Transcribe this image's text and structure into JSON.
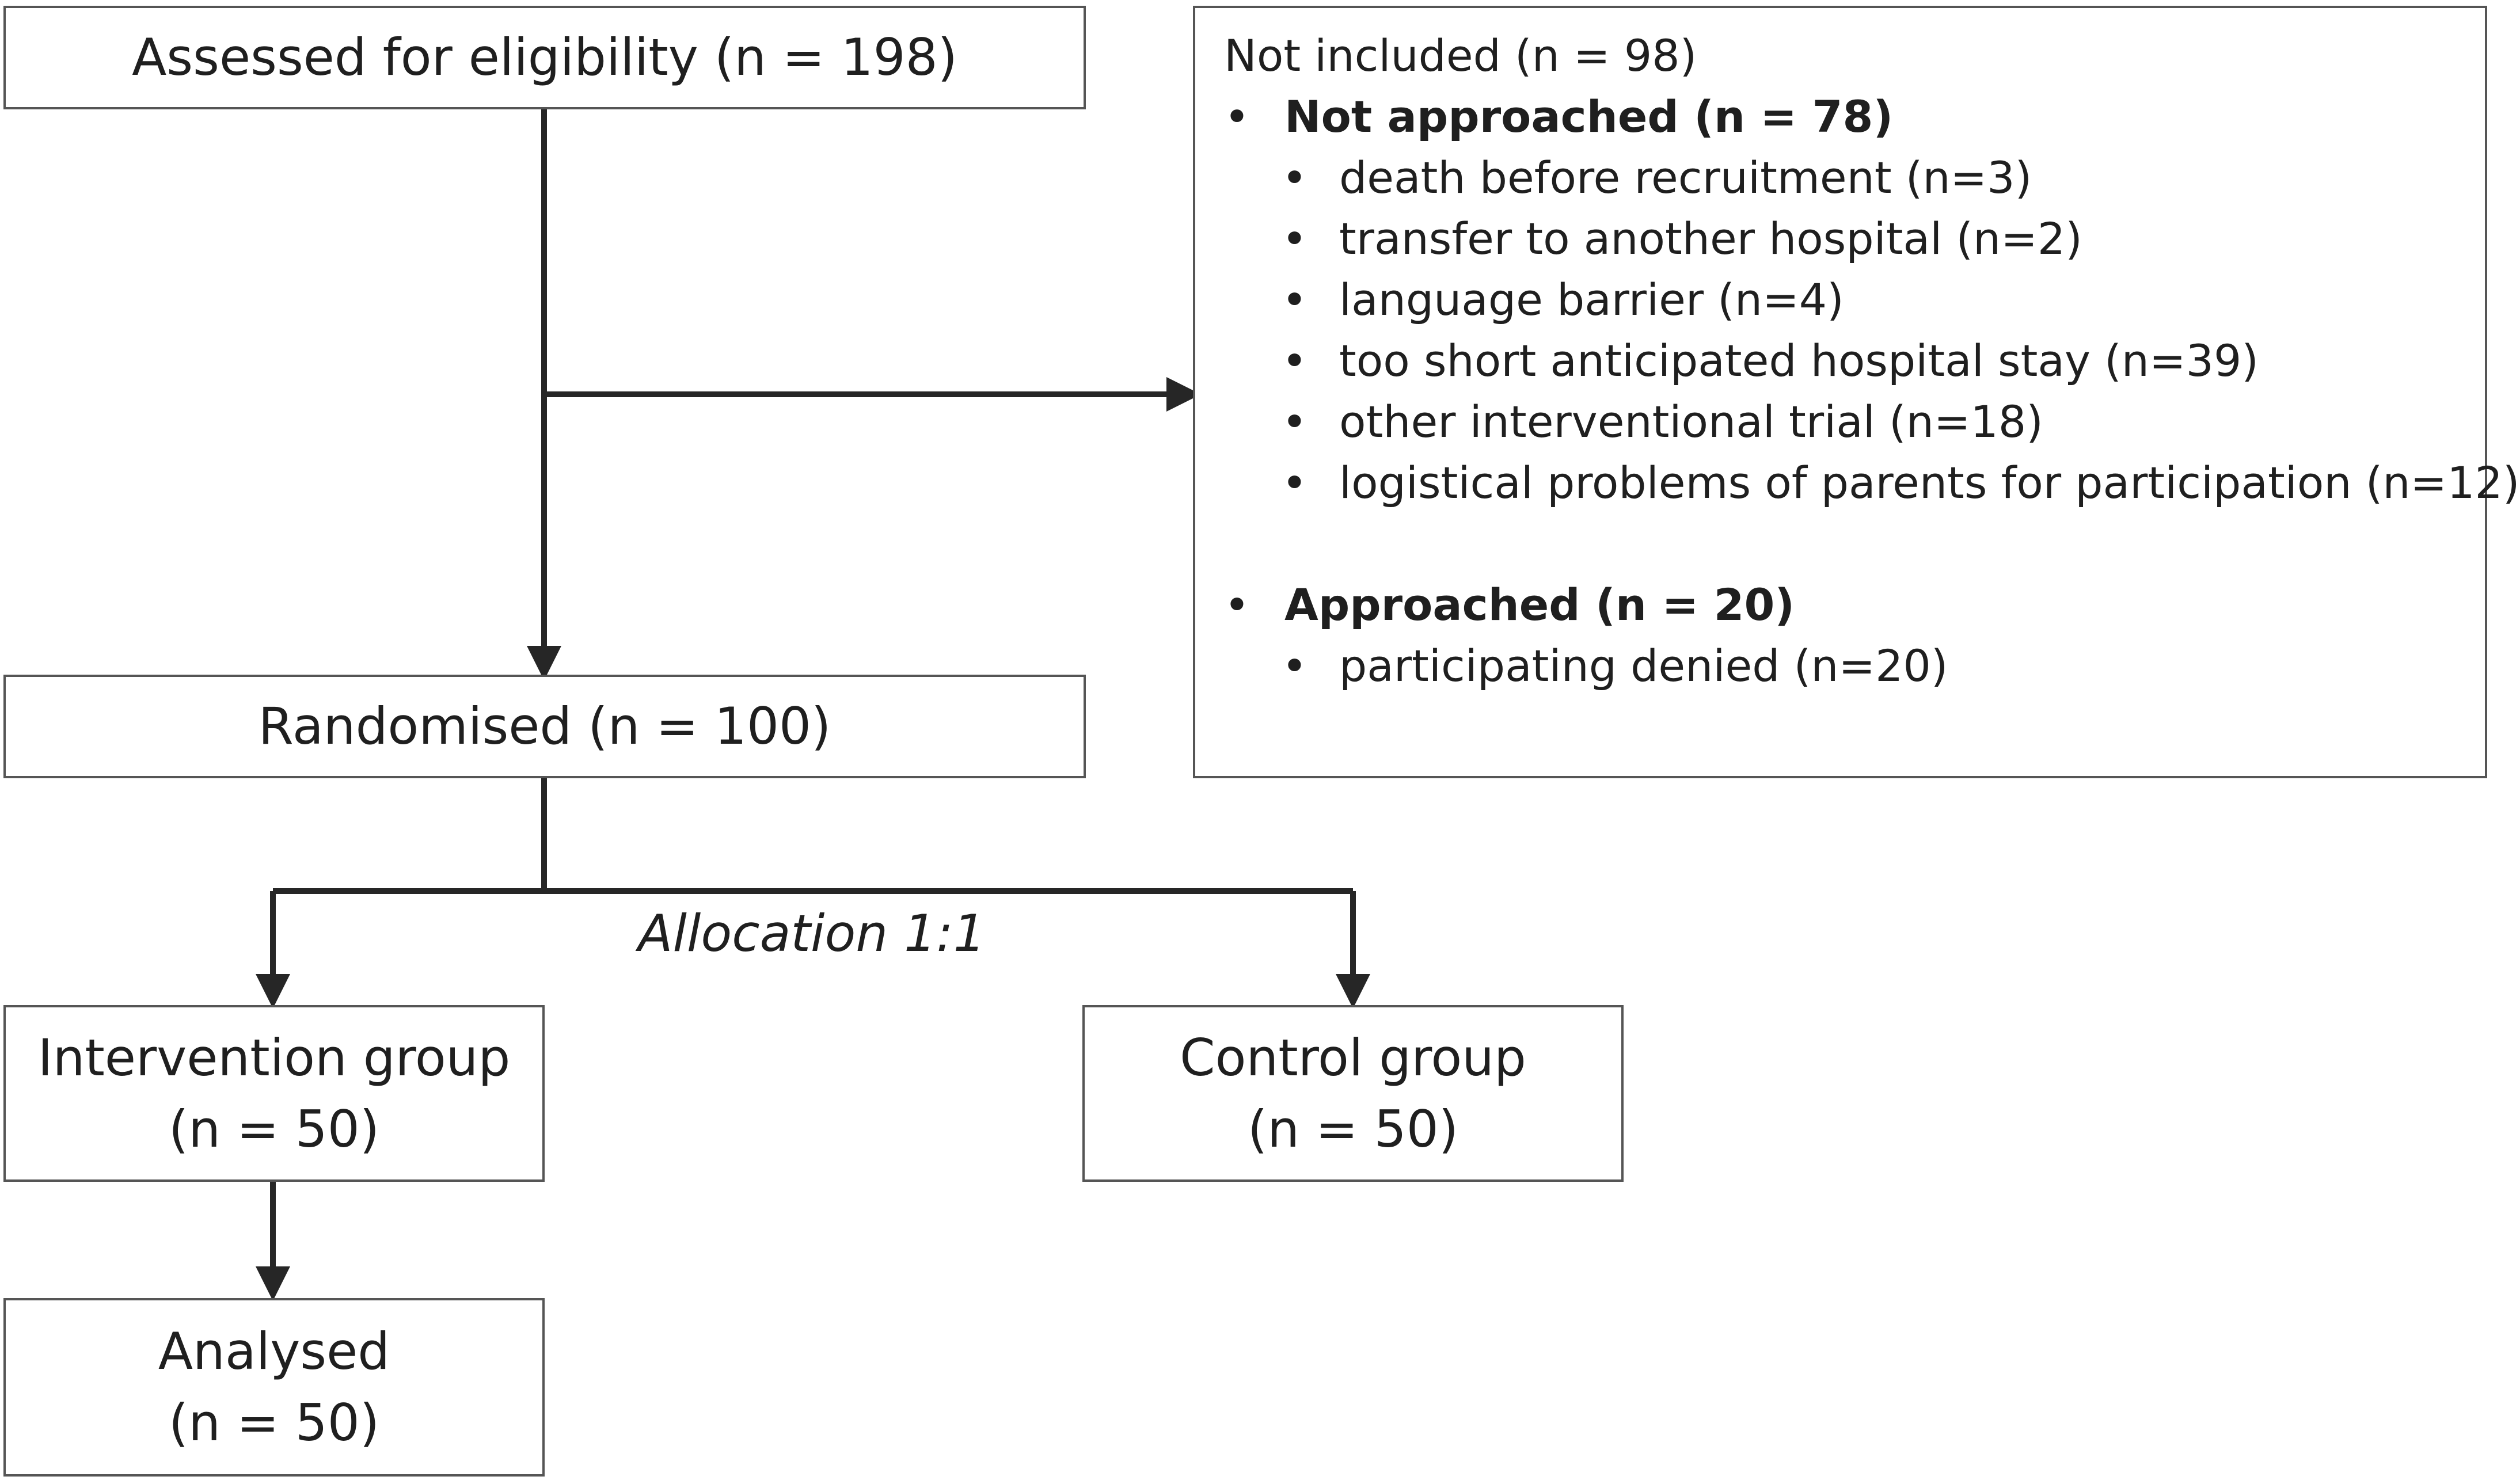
{
  "flow": {
    "assessed": "Assessed for eligibility (n = 198)",
    "randomised": "Randomised (n = 100)",
    "allocation": "Allocation 1:1",
    "intervention": {
      "line1": "Intervention group",
      "line2": "(n = 50)"
    },
    "control": {
      "line1": "Control group",
      "line2": "(n = 50)"
    },
    "analysed": {
      "line1": "Analysed",
      "line2": "(n = 50)"
    }
  },
  "exclusion": {
    "title": "Not included (n = 98)",
    "not_approached": {
      "label": "Not approached (n = 78)",
      "items": [
        "death before recruitment (n=3)",
        "transfer to another hospital (n=2)",
        "language barrier (n=4)",
        "too short anticipated hospital stay (n=39)",
        "other interventional trial (n=18)",
        "logistical problems of parents for participation (n=12)"
      ]
    },
    "approached": {
      "label": "Approached (n = 20)",
      "items": [
        "participating denied (n=20)"
      ]
    }
  },
  "colors": {
    "border": "#555555",
    "arrow": "#262626",
    "text": "#1f1f1f"
  }
}
